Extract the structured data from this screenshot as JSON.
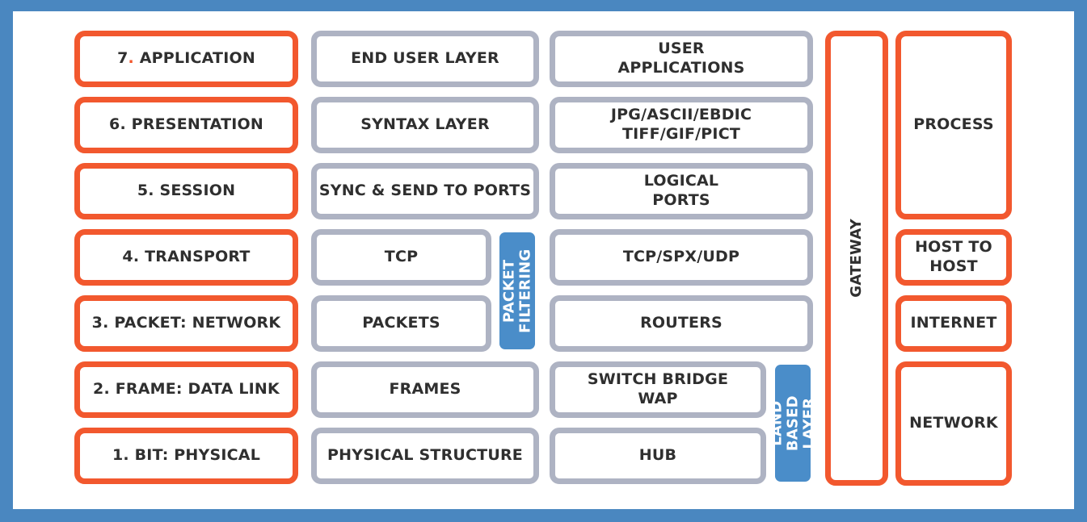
{
  "osi_layers": [
    {
      "number": "7",
      "name": "APPLICATION"
    },
    {
      "number": "6",
      "name": "PRESENTATION"
    },
    {
      "number": "5",
      "name": "SESSION"
    },
    {
      "number": "4",
      "name": "TRANSPORT"
    },
    {
      "number": "3",
      "name": "PACKET: NETWORK"
    },
    {
      "number": "2",
      "name": "FRAME: DATA LINK"
    },
    {
      "number": "1",
      "name": "BIT: PHYSICAL"
    }
  ],
  "descriptions": [
    "END USER LAYER",
    "SYNTAX LAYER",
    "SYNC & SEND TO PORTS",
    "TCP",
    "PACKETS",
    "FRAMES",
    "PHYSICAL STRUCTURE"
  ],
  "examples": [
    "USER\nAPPLICATIONS",
    "JPG/ASCII/EBDIC\nTIFF/GIF/PICT",
    "LOGICAL\nPORTS",
    "TCP/SPX/UDP",
    "ROUTERS",
    "SWITCH BRIDGE\nWAP",
    "HUB"
  ],
  "packet_filtering": "PACKET\nFILTERING",
  "land_based_layer": "LAND BASED\nLAYER",
  "gateway": "GATEWAY",
  "tcpip_layers": [
    "PROCESS",
    "HOST TO\nHOST",
    "INTERNET",
    "NETWORK"
  ],
  "colors": {
    "background": "#4a87c0",
    "osi_border": "#f2582e",
    "description_border": "#aeb3c3",
    "badge_fill": "#4a8dc9",
    "text": "#2f2f2f"
  }
}
